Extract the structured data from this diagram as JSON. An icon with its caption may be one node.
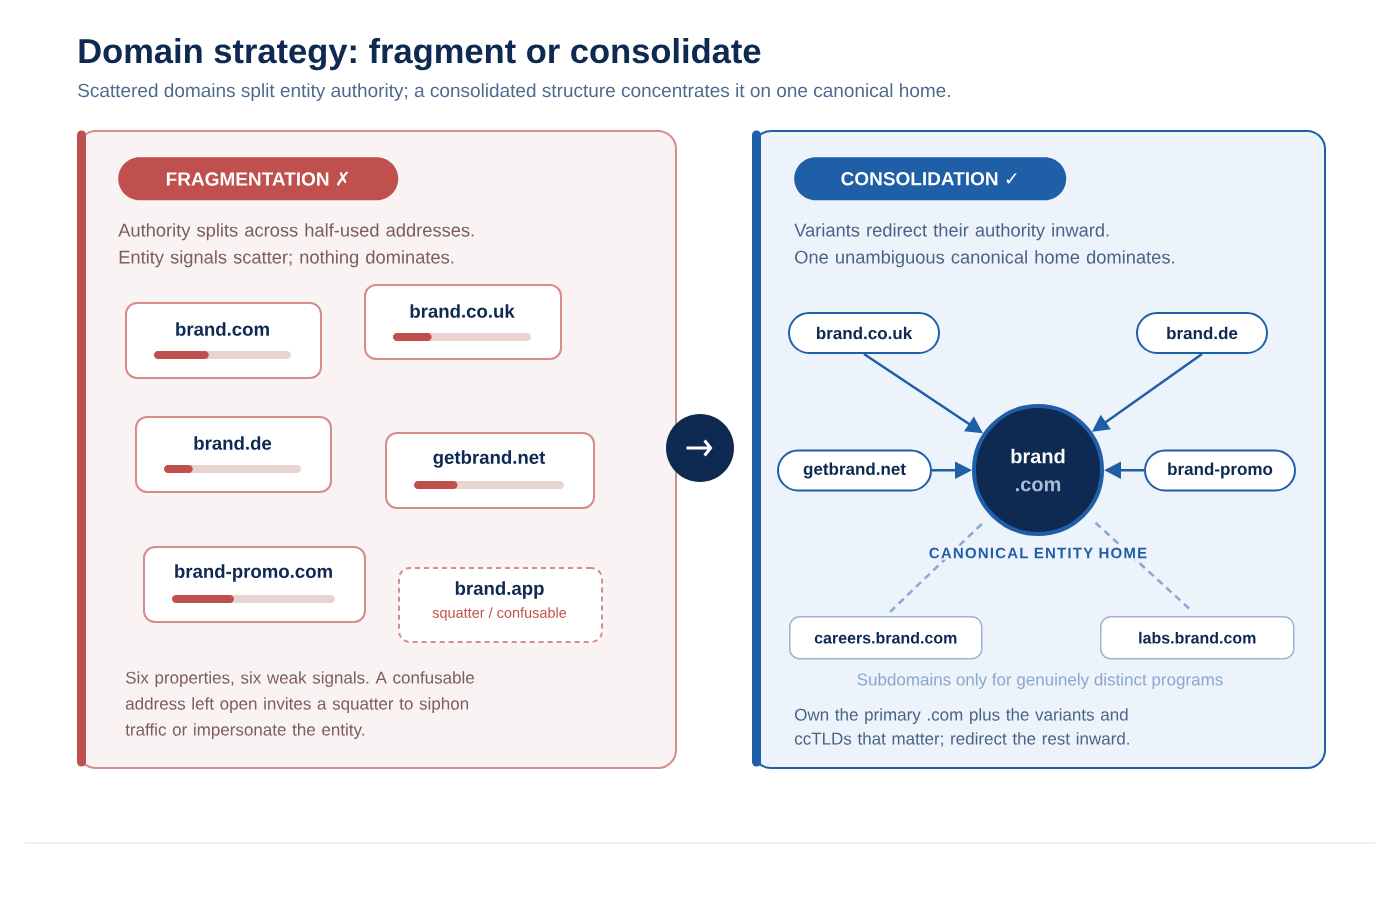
{
  "diagram": {
    "title": "Domain strategy: fragment or consolidate",
    "caption": "Scattered domains split entity authority; a consolidated structure concentrates it on one canonical home.",
    "nodes": [
      {
        "text": [
          "Authority splits across half-used addresses. Entity signals scatter; nothing dominates.",
          "Six properties, six weak signals. A confusable address left open invites a squatter to siphon traffic or impersonate the entity."
        ]
      },
      {
        "text": [
          "FRAGMENTATION ✗"
        ],
        "in": 0
      },
      {
        "text": [
          "brand.com"
        ],
        "in": 0
      },
      {
        "text": [
          "brand.co.uk"
        ],
        "in": 0
      },
      {
        "text": [
          "brand.de"
        ],
        "in": 0
      },
      {
        "text": [
          "getbrand.net"
        ],
        "in": 0
      },
      {
        "text": [
          "brand-promo.com"
        ],
        "in": 0
      },
      {
        "text": [
          "brand.app",
          "squatter / confusable"
        ],
        "in": 0
      },
      {
        "text": [],
        "shape": "circle"
      },
      {
        "text": [
          "Variants redirect their authority inward. One unambiguous canonical home dominates.",
          "Subdomains only for genuinely distinct programs",
          "Own the primary .com plus the variants and ccTLDs that matter; redirect the rest inward."
        ]
      },
      {
        "text": [
          "CONSOLIDATION ✓"
        ],
        "in": 9
      },
      {
        "text": [
          "brand.co.uk"
        ],
        "in": 9
      },
      {
        "text": [
          "brand.de"
        ],
        "in": 9
      },
      {
        "text": [
          "getbrand.net"
        ],
        "in": 9
      },
      {
        "text": [
          "brand",
          ".com"
        ],
        "in": 9,
        "beside": [
          "CANONICAL ENTITY HOME"
        ]
      },
      {
        "text": [
          "brand-promo"
        ],
        "in": 9
      },
      {
        "text": [
          "careers.brand.com"
        ],
        "in": 9
      },
      {
        "text": [
          "labs.brand.com"
        ],
        "in": 9
      }
    ],
    "edges": [
      {
        "from": 11,
        "to": 14,
        "arrow": "to"
      },
      {
        "from": 12,
        "to": 14,
        "arrow": "to"
      },
      {
        "from": 13,
        "to": 14,
        "arrow": "to"
      },
      {
        "from": 15,
        "to": 14,
        "arrow": "to"
      },
      {
        "from": 14,
        "to": 16,
        "arrow": "none",
        "style": "dashed",
        "color": "#8aa8d0"
      },
      {
        "from": 14,
        "to": 17,
        "arrow": "none",
        "style": "dashed",
        "color": "#8aa8d0"
      }
    ]
  }
}
